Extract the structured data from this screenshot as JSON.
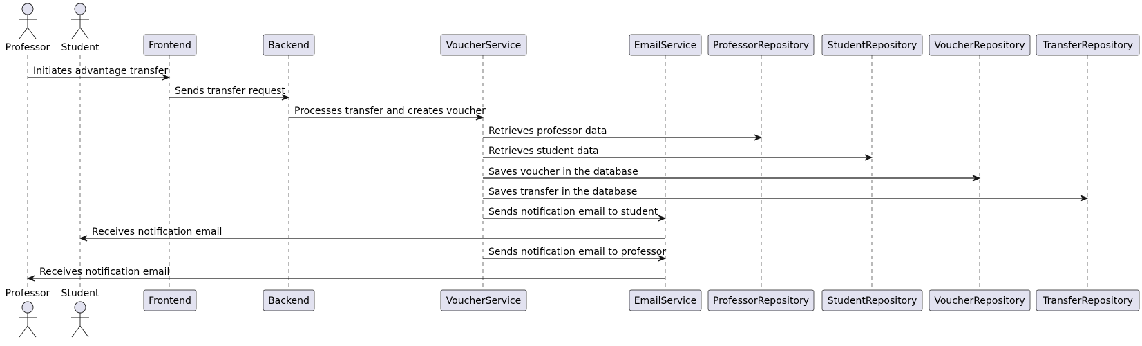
{
  "diagram": {
    "type": "sequence",
    "colors": {
      "participant_fill": "#E2E2F0",
      "stroke": "#181818",
      "text": "#000000",
      "background": "#FFFFFF"
    },
    "participants": [
      {
        "id": "professor",
        "label": "Professor",
        "kind": "actor"
      },
      {
        "id": "student",
        "label": "Student",
        "kind": "actor"
      },
      {
        "id": "frontend",
        "label": "Frontend",
        "kind": "participant"
      },
      {
        "id": "backend",
        "label": "Backend",
        "kind": "participant"
      },
      {
        "id": "voucherservice",
        "label": "VoucherService",
        "kind": "participant"
      },
      {
        "id": "emailservice",
        "label": "EmailService",
        "kind": "participant"
      },
      {
        "id": "professorrepository",
        "label": "ProfessorRepository",
        "kind": "participant"
      },
      {
        "id": "studentrepository",
        "label": "StudentRepository",
        "kind": "participant"
      },
      {
        "id": "voucherrepository",
        "label": "VoucherRepository",
        "kind": "participant"
      },
      {
        "id": "transferrepository",
        "label": "TransferRepository",
        "kind": "participant"
      }
    ],
    "messages": [
      {
        "from": "professor",
        "to": "frontend",
        "label": "Initiates advantage transfer"
      },
      {
        "from": "frontend",
        "to": "backend",
        "label": "Sends transfer request"
      },
      {
        "from": "backend",
        "to": "voucherservice",
        "label": "Processes transfer and creates voucher"
      },
      {
        "from": "voucherservice",
        "to": "professorrepository",
        "label": "Retrieves professor data"
      },
      {
        "from": "voucherservice",
        "to": "studentrepository",
        "label": "Retrieves student data"
      },
      {
        "from": "voucherservice",
        "to": "voucherrepository",
        "label": "Saves voucher in the database"
      },
      {
        "from": "voucherservice",
        "to": "transferrepository",
        "label": "Saves transfer in the database"
      },
      {
        "from": "voucherservice",
        "to": "emailservice",
        "label": "Sends notification email to student"
      },
      {
        "from": "emailservice",
        "to": "student",
        "label": "Receives notification email"
      },
      {
        "from": "voucherservice",
        "to": "emailservice",
        "label": "Sends notification email to professor"
      },
      {
        "from": "emailservice",
        "to": "professor",
        "label": "Receives notification email"
      }
    ]
  }
}
